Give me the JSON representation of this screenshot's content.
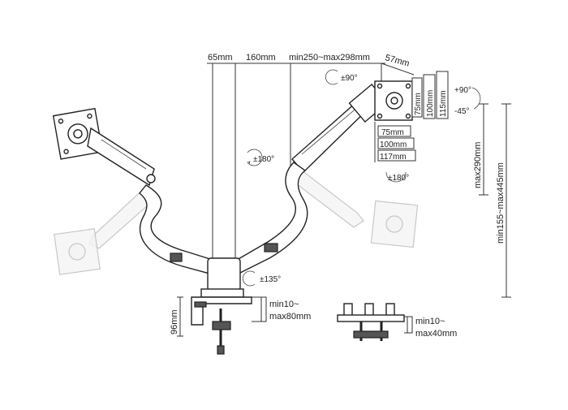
{
  "dimensions": {
    "top_offset": "65mm",
    "arm_length": "160mm",
    "extension": "min250~max298mm",
    "vesa_offset": "57mm",
    "vesa_75_v": "75mm",
    "vesa_100_v": "100mm",
    "vesa_115_v": "115mm",
    "vesa_75_h": "75mm",
    "vesa_100_h": "100mm",
    "vesa_117_h": "117mm",
    "max_height": "max290mm",
    "height_range": "min155~max445mm",
    "clamp_height": "96mm",
    "clamp_range_line1": "min10~",
    "clamp_range_line2": "max80mm",
    "grommet_range_line1": "min10~",
    "grommet_range_line2": "max40mm"
  },
  "rotations": {
    "rot_180_arm": "±180°",
    "rot_90_head": "±90°",
    "tilt_up": "+90°",
    "tilt_down": "-45°",
    "rot_180_head": "±180°",
    "rot_135_base": "±135°"
  },
  "icons": [
    "rotation-arrow-icon",
    "vesa-plate-icon",
    "desk-clamp-icon",
    "grommet-mount-icon"
  ]
}
